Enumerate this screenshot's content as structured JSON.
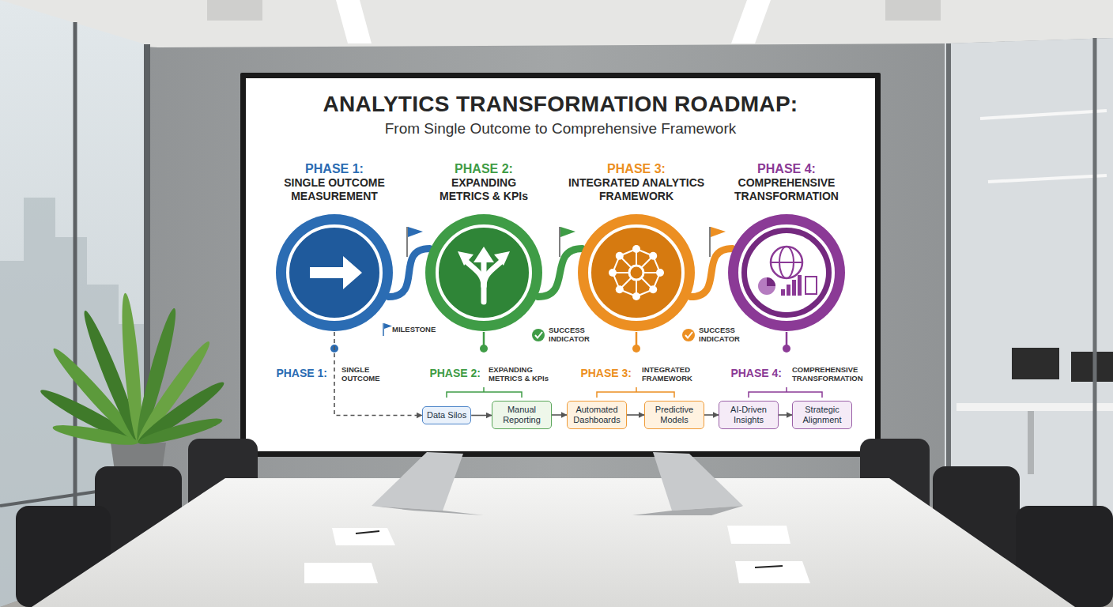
{
  "diagram": {
    "title": "ANALYTICS TRANSFORMATION ROADMAP:",
    "nodes": [
      {
        "text": [
          "PHASE 1:",
          "SINGLE OUTCOME MEASUREMENT"
        ]
      },
      {
        "text": [
          "PHASE 2:",
          "EXPANDING METRICS & KPIs"
        ]
      },
      {
        "text": [
          "PHASE 3:",
          "INTEGRATED ANALYTICS FRAMEWORK"
        ]
      },
      {
        "text": [
          "PHASE 4:",
          "COMPREHENSIVE TRANSFORMATION"
        ]
      },
      {
        "text": [
          "Data Silos"
        ]
      },
      {
        "text": [
          "Manual Reporting"
        ]
      },
      {
        "text": [
          "Automated Dashboards"
        ]
      },
      {
        "text": [
          "Predictive Models"
        ]
      },
      {
        "text": [
          "AI-Driven Insights"
        ]
      },
      {
        "text": [
          "Strategic Alignment"
        ]
      }
    ],
    "edges": [
      {
        "from": 0,
        "to": 1,
        "arrow": "none"
      },
      {
        "from": 1,
        "to": 2,
        "arrow": "none"
      },
      {
        "from": 2,
        "to": 3,
        "arrow": "none"
      },
      {
        "from": 0,
        "to": 4,
        "arrow": "to"
      },
      {
        "from": 4,
        "to": 5,
        "arrow": "to"
      },
      {
        "from": 5,
        "to": 6,
        "arrow": "to"
      },
      {
        "from": 6,
        "to": 7,
        "arrow": "to"
      },
      {
        "from": 7,
        "to": 8,
        "arrow": "to"
      },
      {
        "from": 8,
        "to": 9,
        "arrow": "to"
      }
    ],
    "labels": [
      "From Single Outcome to Comprehensive Framework",
      "MILESTONE",
      "SUCCESS INDICATOR",
      "SUCCESS INDICATOR",
      "PHASE 1:",
      "SINGLE OUTCOME",
      "PHASE 2:",
      "EXPANDING METRICS & KPIs",
      "PHASE 3:",
      "INTEGRATED FRAMEWORK",
      "PHASE 4:",
      "COMPREHENSIVE TRANSFORMATION"
    ]
  }
}
